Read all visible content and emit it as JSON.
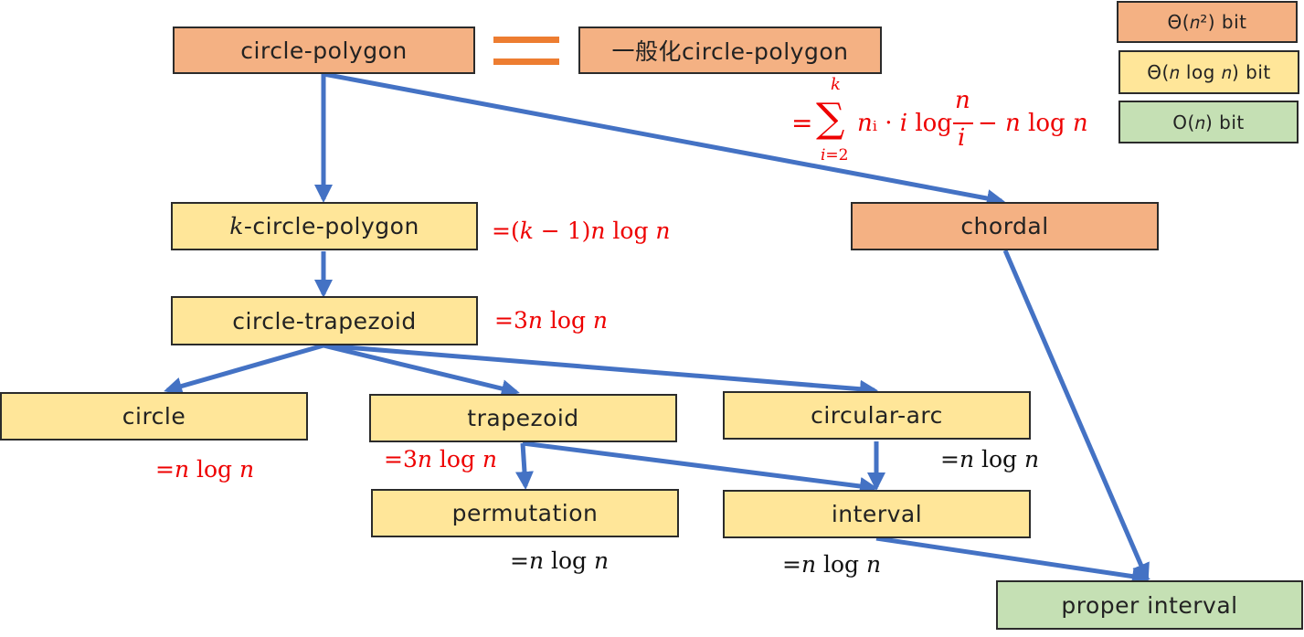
{
  "nodes": {
    "circle_polygon": "circle-polygon",
    "general_circle_polygon": "一般化circle-polygon",
    "k_var": "k",
    "k_circle_polygon_suffix": "-circle-polygon",
    "circle_trapezoid": "circle-trapezoid",
    "circle": "circle",
    "trapezoid": "trapezoid",
    "circular_arc": "circular-arc",
    "permutation": "permutation",
    "interval": "interval",
    "chordal": "chordal",
    "proper_interval": "proper interval"
  },
  "legend": {
    "theta_n2": "Θ(𝑛²) bit",
    "theta_nlogn": "Θ(𝑛 log 𝑛) bit",
    "o_n": "O(𝑛) bit"
  },
  "equations": {
    "k_circle_polygon": "=(𝑘 − 1)𝑛 log 𝑛",
    "circle_trapezoid": "=3𝑛 log 𝑛",
    "circle": "=𝑛 log 𝑛",
    "trapezoid": "=3𝑛 log 𝑛",
    "circular_arc": "=𝑛 log 𝑛",
    "permutation": "=𝑛 log 𝑛",
    "interval": "=𝑛 log 𝑛",
    "sum_eq": "=",
    "sum_symbol": "∑",
    "sum_upper": "𝑘",
    "sum_lower": "𝑖=2",
    "sum_term": "𝑛ᵢ · 𝑖 log",
    "frac_num": "𝑛",
    "frac_den": "𝑖",
    "sum_tail": "− 𝑛 log 𝑛"
  },
  "colors": {
    "theta_n2": "#f4b183",
    "theta_nlogn": "#ffe699",
    "o_n": "#c5e0b4",
    "arrow": "#4472c4",
    "equivalence": "#ed7d31",
    "annotation_red": "#ee0000"
  }
}
